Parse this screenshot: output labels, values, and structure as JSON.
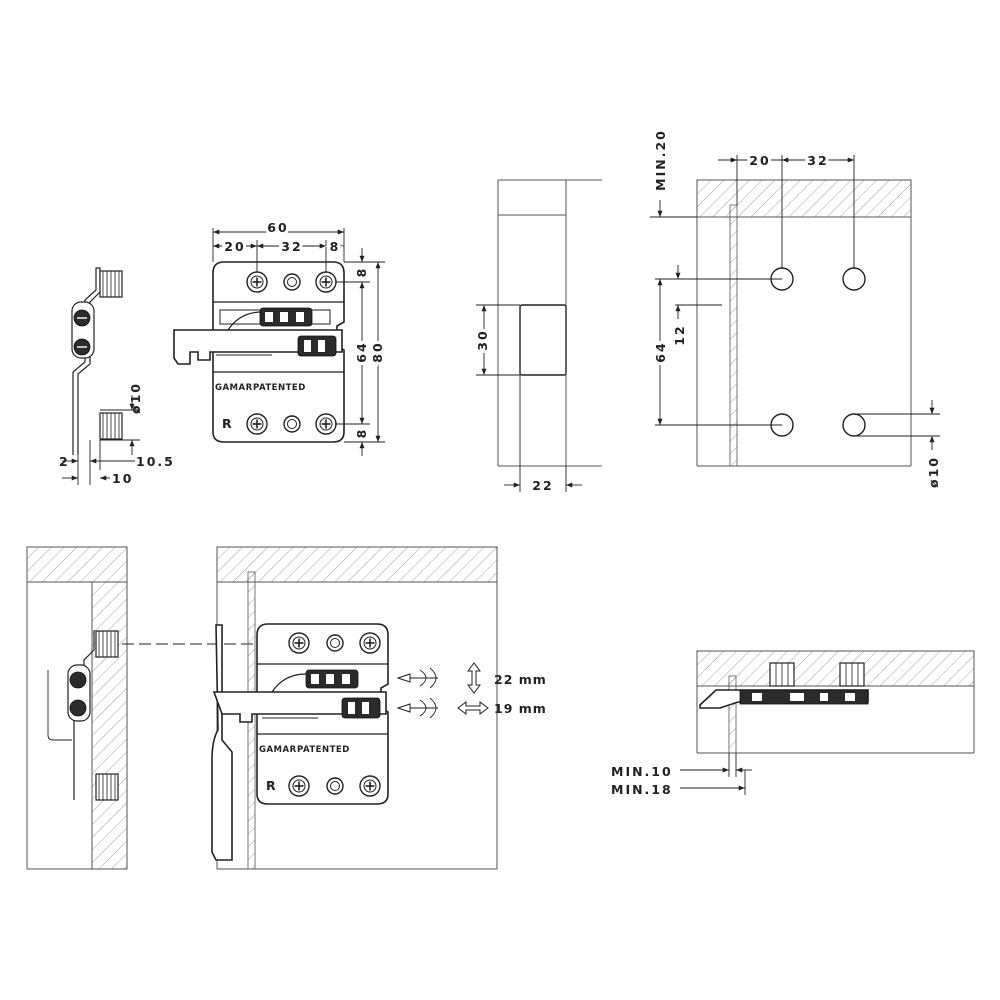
{
  "side_view": {
    "dims": {
      "d_2": "2",
      "d_10_5": "10.5",
      "d_10": "10",
      "d_dia": "ø10"
    }
  },
  "front_view": {
    "dims": {
      "d_60": "60",
      "d_20": "20",
      "d_32": "32",
      "d_8": "8",
      "d_8_top": "8",
      "d_64": "64",
      "d_80": "80",
      "d_8_bottom": "8"
    },
    "brand": "GAMAR",
    "patented": "PATENTED",
    "side_mark": "R"
  },
  "section_view": {
    "dims": {
      "d_30": "30",
      "d_22": "22"
    }
  },
  "drill_view": {
    "dims": {
      "d_20": "20",
      "d_32": "32",
      "d_min20": "MIN.20",
      "d_64": "64",
      "d_12": "12",
      "d_dia": "ø10"
    }
  },
  "assembly_view": {
    "brand": "GAMAR",
    "patented": "PATENTED",
    "side_mark": "R",
    "adjust_vertical": "22 mm",
    "adjust_horizontal": "19 mm"
  },
  "top_view": {
    "dims": {
      "d_min10": "MIN.10",
      "d_min18": "MIN.18"
    }
  }
}
